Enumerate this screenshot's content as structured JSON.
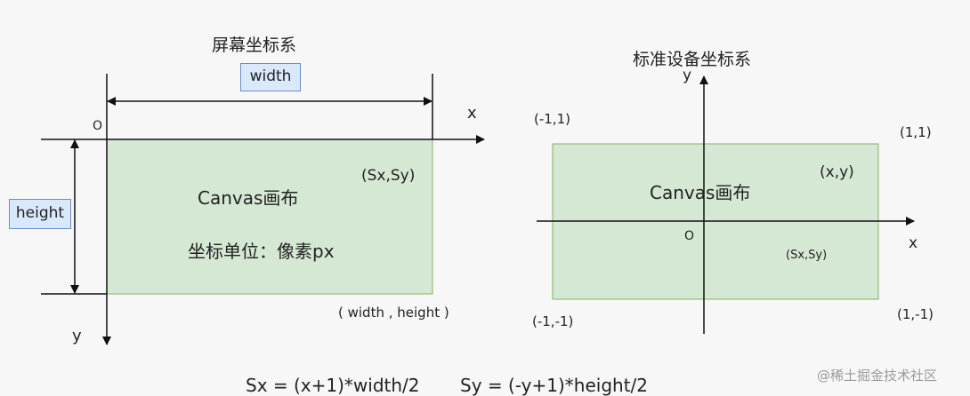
{
  "left": {
    "title": "屏幕坐标系",
    "width_label": "width",
    "height_label": "height",
    "origin": "O",
    "x_axis": "x",
    "y_axis": "y",
    "canvas_title": "Canvas画布",
    "unit_text": "坐标单位：像素px",
    "point": "(Sx,Sy)",
    "corner": "( width , height )"
  },
  "right": {
    "title": "标准设备坐标系",
    "x_axis": "x",
    "y_axis": "y",
    "origin": "O",
    "canvas_title": "Canvas画布",
    "point_xy": "(x,y)",
    "point_s": "(Sx,Sy)",
    "corner_tl": "(-1,1)",
    "corner_tr": "(1,1)",
    "corner_bl": "(-1,-1)",
    "corner_br": "(1,-1)"
  },
  "formula": {
    "sx": "Sx = (x+1)*width/2",
    "sy": "Sy = (-y+1)*height/2"
  },
  "watermark": "@稀土掘金技术社区",
  "colors": {
    "canvas_fill": "#d5e8d4",
    "canvas_border": "#82b366",
    "label_fill": "#dae8fc",
    "label_border": "#6c8ebf",
    "line": "#111111"
  }
}
